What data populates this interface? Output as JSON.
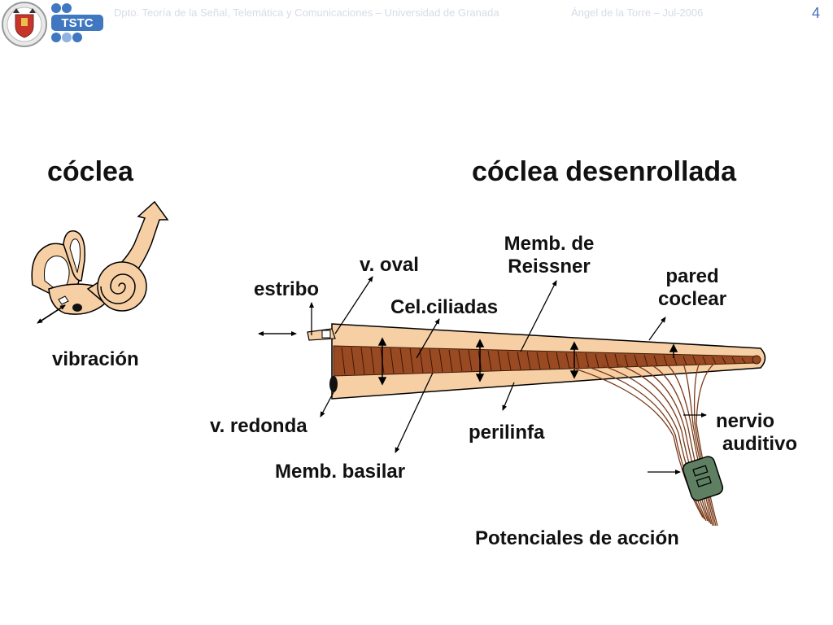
{
  "header": {
    "department": "Dpto. Teoría de la Señal, Telemática y Comunicaciones – Universidad de Granada",
    "author": "Ángel de la Torre – Jul-2006",
    "page_number": "4",
    "logo_text": "TSTC"
  },
  "titles": {
    "left": "cóclea",
    "right": "cóclea desenrollada"
  },
  "labels": {
    "vibracion": "vibración",
    "estribo": "estribo",
    "v_oval": "v. oval",
    "memb_reissner_1": "Memb. de",
    "memb_reissner_2": "Reissner",
    "cel_ciliadas": "Cel.ciliadas",
    "pared_1": "pared",
    "pared_2": "coclear",
    "v_redonda": "v. redonda",
    "memb_basilar": "Memb. basilar",
    "perilinfa": "perilinfa",
    "nervio_1": "nervio",
    "nervio_2": "auditivo",
    "potenciales": "Potenciales de acción"
  },
  "colors": {
    "cochlea_fill": "#f7cfa5",
    "basilar": "#9a4a22",
    "nerve": "#7a3a18",
    "electrode": "#5e7f62",
    "logo_blue": "#3f78c0"
  }
}
